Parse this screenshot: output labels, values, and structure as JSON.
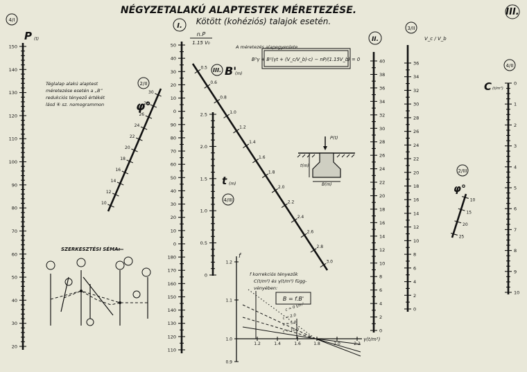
{
  "title": "NÉGYZETALAKÚ ALAPTESTEK MÉRETEZÉSE.",
  "subtitle": "Kötött (kohéziós) talajok esetén.",
  "sheet_number": "III.",
  "circle_labels": {
    "p": "4/I",
    "phi": "2/II",
    "vc": "3/II",
    "c": "4/II",
    "t": "4/III",
    "phi_right": "2/III"
  },
  "axis_P": {
    "symbol": "P",
    "unit": "(t)",
    "ticks": [
      150,
      140,
      130,
      120,
      110,
      100,
      90,
      80,
      70,
      60,
      50,
      40,
      30,
      20
    ]
  },
  "note_left": [
    "Téglalap alakú alaptest",
    "méretezése esetén a „B”",
    "redukciós tényező értékét",
    "lásd ④ sz. nomogrammon"
  ],
  "axis_phi_left": {
    "symbol": "φ°",
    "ticks": [
      "30",
      "28",
      "26",
      "24",
      "22",
      "20",
      "18",
      "16",
      "14",
      "12",
      "10"
    ]
  },
  "axis_I": {
    "roman": "I.",
    "expr_num": "n.P",
    "expr_den": "1.15 V₀",
    "ticks": [
      50,
      40,
      30,
      20,
      10,
      0,
      90,
      80,
      70,
      60,
      50,
      40,
      30,
      20,
      10,
      0,
      180,
      170,
      160,
      150,
      140,
      130,
      120,
      110
    ]
  },
  "axis_B": {
    "roman": "III.",
    "symbol": "B'",
    "unit": "(m)",
    "ticks": [
      "0.5",
      "0.6",
      "0.8",
      "1.0",
      "1.2",
      "1.4",
      "1.6",
      "1.8",
      "2.0",
      "2.2",
      "2.4",
      "2.6",
      "2.8",
      "3.0"
    ]
  },
  "axis_t": {
    "symbol": "t",
    "unit": "(m)",
    "ticks": [
      "2.5",
      "2.0",
      "1.5",
      "1.0",
      "0.5",
      "0"
    ]
  },
  "formula_caption": "A méretezés alapegyenlete",
  "formula": "B³γ + B²(γt + (V_c/V_b)·c) − nP/(1.15V_b) = 0",
  "footing": {
    "load": "P(t)",
    "depth": "t(m)",
    "width": "B(m)"
  },
  "axis_II": {
    "roman": "II.",
    "ticks": [
      40,
      38,
      36,
      34,
      32,
      30,
      28,
      26,
      24,
      22,
      20,
      18,
      16,
      14,
      12,
      10,
      8,
      6,
      4,
      2,
      0
    ]
  },
  "axis_vc": {
    "symbol": "V_c / V_b",
    "ticks": [
      36,
      34,
      32,
      30,
      28,
      26,
      24,
      22,
      20,
      18,
      16,
      14,
      12,
      10,
      8,
      6,
      4,
      2,
      0
    ]
  },
  "axis_C": {
    "symbol": "C",
    "unit": "(t/m²)",
    "ticks": [
      0,
      1,
      2,
      3,
      4,
      5,
      6,
      7,
      8,
      9,
      10
    ]
  },
  "axis_phi_right": {
    "symbol": "φ°",
    "ticks": [
      "10",
      "15",
      "20",
      "25"
    ]
  },
  "construction": {
    "caption": "SZERKESZTÉSI SÉMA:"
  },
  "correction": {
    "y_label": "f",
    "x_label": "γ(t/m³)",
    "note": [
      "f korrekciós tényezők",
      "C(t/m²) és γ(t/m³) függ-",
      "vényében:"
    ],
    "formula": "B = f.B'",
    "curves": [
      "c = 0 t/m²",
      "c = 2.0",
      "c = 5.0",
      "c = 10.0"
    ],
    "y_ticks": [
      "1.2",
      "1.1",
      "1.0",
      "0.9"
    ],
    "x_ticks": [
      "1.2",
      "1.4",
      "1.6",
      "1.8",
      "2.0",
      "2.2"
    ]
  }
}
